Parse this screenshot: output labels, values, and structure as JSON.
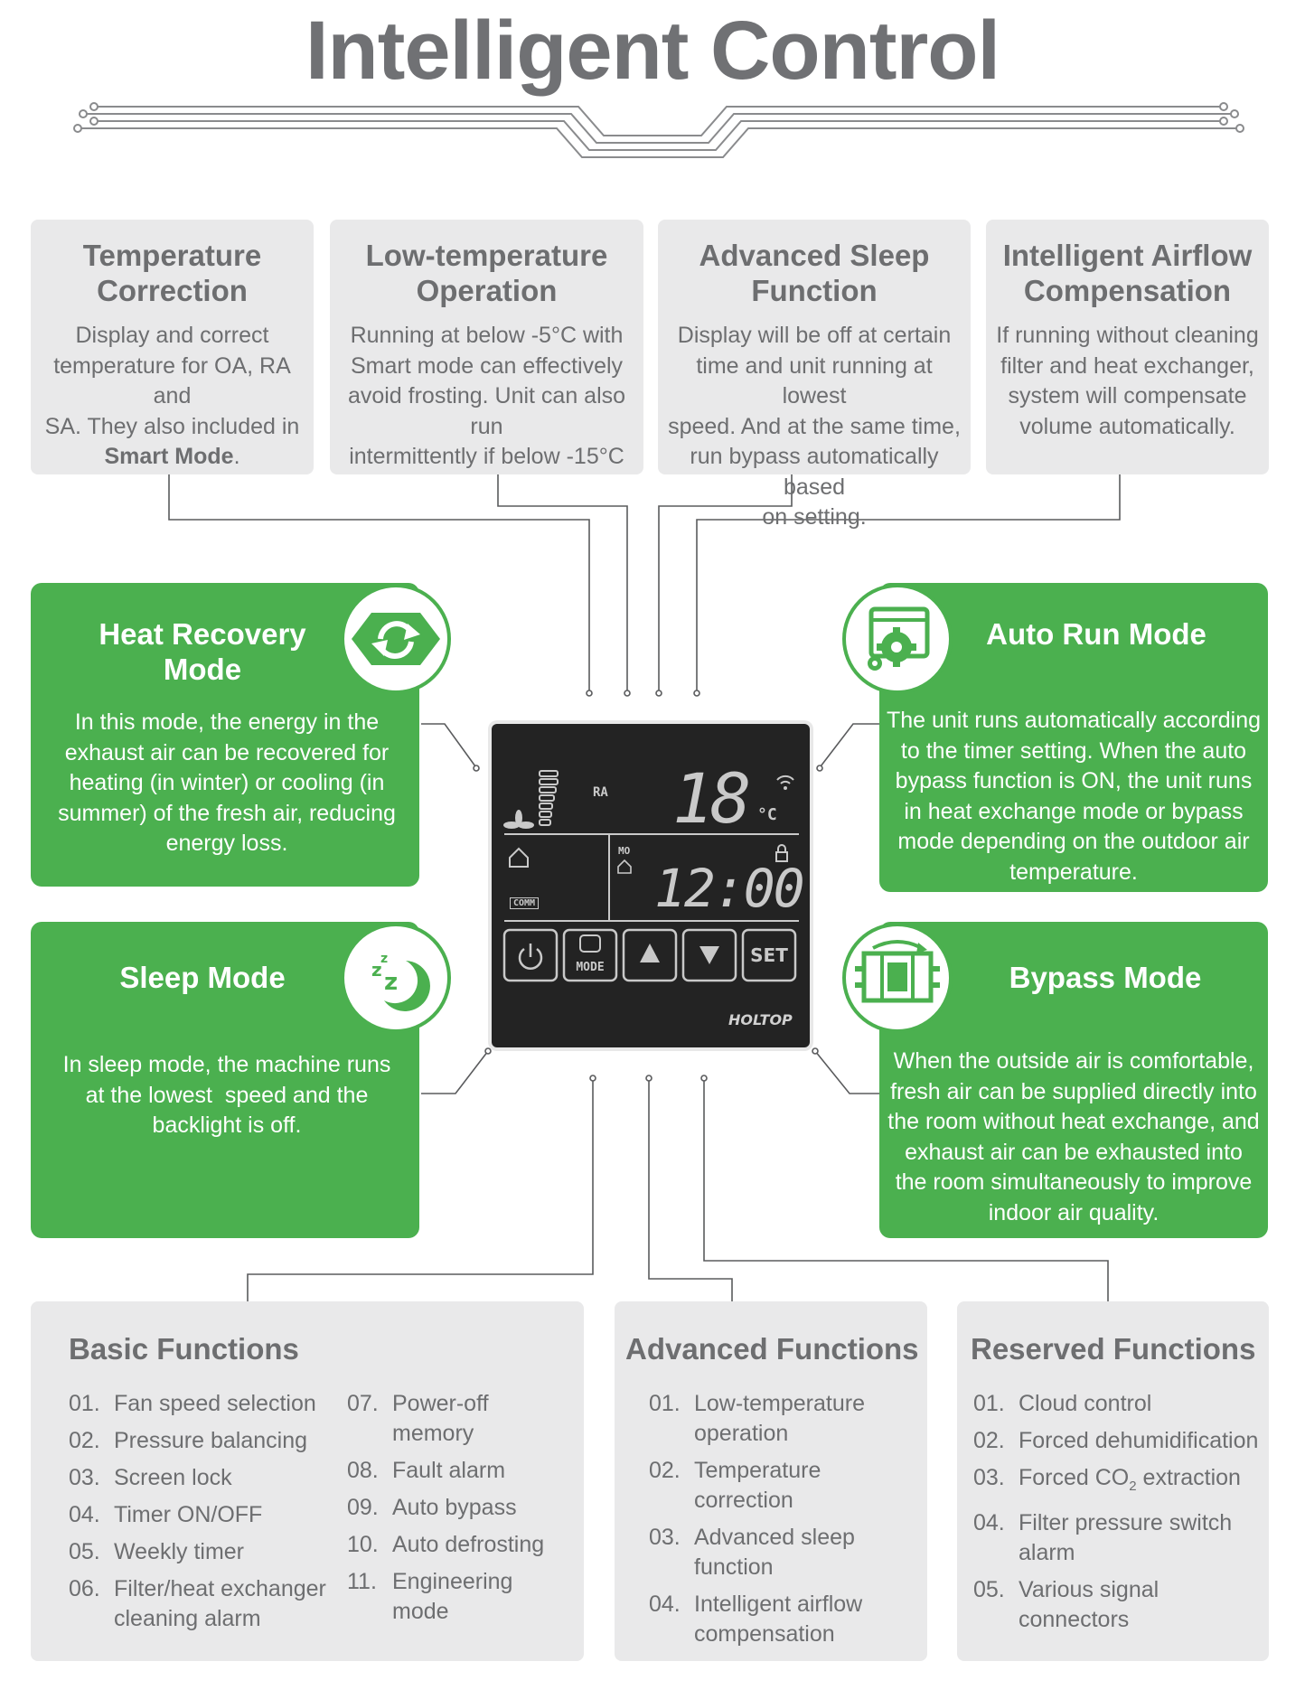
{
  "title": "Intelligent Control",
  "top_cards": [
    {
      "heading_line1": "Temperature",
      "heading_line2": "Correction",
      "lines": [
        "Display and correct",
        "temperature for OA, RA and",
        "SA. They also included in"
      ],
      "bold_tail": "Smart Mode",
      "tail_after": "."
    },
    {
      "heading_line1": "Low-temperature",
      "heading_line2": "Operation",
      "lines": [
        "Running at below -5°C with",
        "Smart mode can effectively",
        "avoid frosting. Unit can also run",
        "intermittently if below -15°C"
      ]
    },
    {
      "heading_line1": "Advanced Sleep",
      "heading_line2": "Function",
      "lines": [
        "Display will be off at certain",
        "time and unit running at lowest",
        "speed. And at the same time,",
        "run bypass automatically based",
        "on setting."
      ]
    },
    {
      "heading_line1": "Intelligent Airflow",
      "heading_line2": "Compensation",
      "lines": [
        "If running without cleaning",
        "filter and heat exchanger,",
        "system will compensate",
        "volume automatically."
      ]
    }
  ],
  "mode_cards": {
    "heat_recovery": {
      "heading_line1": "Heat Recovery",
      "heading_line2": "Mode",
      "lines": [
        "In this mode, the energy in the",
        "exhaust air can be recovered for",
        "heating (in winter) or cooling (in",
        "summer) of the fresh air, reducing",
        "energy loss."
      ]
    },
    "auto_run": {
      "heading": "Auto Run Mode",
      "lines": [
        "The unit runs automatically according",
        "to the timer setting. When the auto",
        "bypass function is ON, the unit runs",
        "in heat exchange mode or bypass",
        "mode depending on the outdoor air",
        "temperature."
      ]
    },
    "sleep": {
      "heading": "Sleep Mode",
      "lines": [
        "In sleep mode, the machine runs",
        "at the lowest  speed and the",
        "backlight is off."
      ]
    },
    "bypass": {
      "heading": "Bypass Mode",
      "lines": [
        "When the outside air is comfortable,",
        "fresh air can be supplied directly into",
        "the room without heat exchange, and",
        "exhaust air can be exhausted into",
        "the room simultaneously to improve",
        "indoor air quality."
      ]
    }
  },
  "device": {
    "ra_label": "RA",
    "temperature": "18",
    "temp_unit": "°C",
    "mo_label": "MO",
    "comm_label": "COMM",
    "time": "12:00",
    "mode_button": "MODE",
    "set_button": "SET",
    "brand": "HOLTOP"
  },
  "basic_functions": {
    "heading": "Basic Functions",
    "col1": [
      {
        "num": "01.",
        "lines": [
          "Fan speed selection"
        ]
      },
      {
        "num": "02.",
        "lines": [
          "Pressure balancing"
        ]
      },
      {
        "num": "03.",
        "lines": [
          "Screen lock"
        ]
      },
      {
        "num": "04.",
        "lines": [
          "Timer ON/OFF"
        ]
      },
      {
        "num": "05.",
        "lines": [
          "Weekly timer"
        ]
      },
      {
        "num": "06.",
        "lines": [
          "Filter/heat exchanger",
          "cleaning alarm"
        ]
      }
    ],
    "col2": [
      {
        "num": "07.",
        "lines": [
          "Power-off memory"
        ]
      },
      {
        "num": "08.",
        "lines": [
          "Fault alarm"
        ]
      },
      {
        "num": "09.",
        "lines": [
          "Auto bypass"
        ]
      },
      {
        "num": "10.",
        "lines": [
          "Auto defrosting"
        ]
      },
      {
        "num": "11.",
        "lines": [
          "Engineering mode"
        ]
      }
    ]
  },
  "advanced_functions": {
    "heading": "Advanced Functions",
    "items": [
      {
        "num": "01.",
        "lines": [
          "Low-temperature",
          "operation"
        ]
      },
      {
        "num": "02.",
        "lines": [
          "Temperature",
          "correction"
        ]
      },
      {
        "num": "03.",
        "lines": [
          "Advanced sleep",
          "function"
        ]
      },
      {
        "num": "04.",
        "lines": [
          "Intelligent airflow",
          "compensation"
        ]
      }
    ]
  },
  "reserved_functions": {
    "heading": "Reserved Functions",
    "items": [
      {
        "num": "01.",
        "lines": [
          "Cloud control"
        ]
      },
      {
        "num": "02.",
        "lines": [
          "Forced dehumidification"
        ]
      },
      {
        "num": "03.",
        "text_pre": "Forced CO",
        "text_sub": "2",
        "text_post": " extraction"
      },
      {
        "num": "04.",
        "lines": [
          "Filter pressure switch",
          "alarm"
        ]
      },
      {
        "num": "05.",
        "lines": [
          "Various signal",
          "connectors"
        ]
      }
    ]
  },
  "colors": {
    "green": "#4bb04f",
    "gray_card": "#e9e9ea",
    "text_gray": "#6d6e70",
    "lcd_bg": "#232323"
  }
}
